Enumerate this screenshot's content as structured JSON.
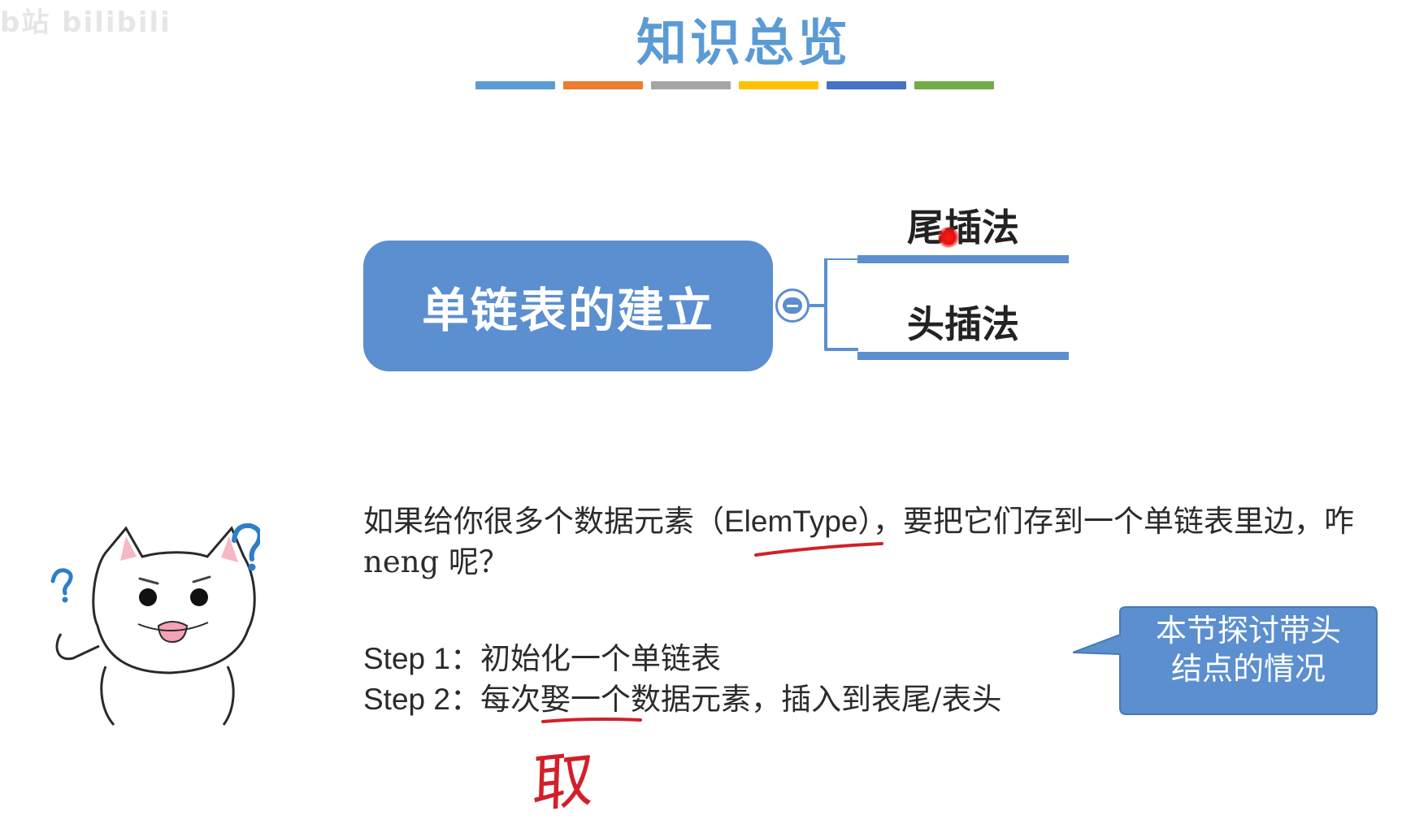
{
  "watermark": "b站 bilibili",
  "slide": {
    "title": "知识总览",
    "color_bars": [
      "#5b9bd5",
      "#ed7d31",
      "#a5a5a5",
      "#ffc000",
      "#4472c4",
      "#70ad47"
    ]
  },
  "mindmap": {
    "central_topic": "单链表的建立",
    "branches": [
      "尾插法",
      "头插法"
    ]
  },
  "question": {
    "prefix": "如果给你很多个数据元素（",
    "elemtype": "ElemType",
    "suffix": "），要把它们存到一个单链表里边，咋 neng 呢？"
  },
  "steps": [
    {
      "label": "Step 1：",
      "text": "初始化一个单链表"
    },
    {
      "label": "Step 2：",
      "text": "每次娶一个数据元素，插入到表尾/表头"
    }
  ],
  "annotation": {
    "handwritten_correction": "取"
  },
  "callout": {
    "line1": "本节探讨带头",
    "line2": "结点的情况"
  },
  "colors": {
    "topic_blue": "#5b8fcf",
    "title_blue": "#5b9bd5",
    "ink_red": "#d2202a",
    "callout_blue": "#5b8fcf"
  }
}
